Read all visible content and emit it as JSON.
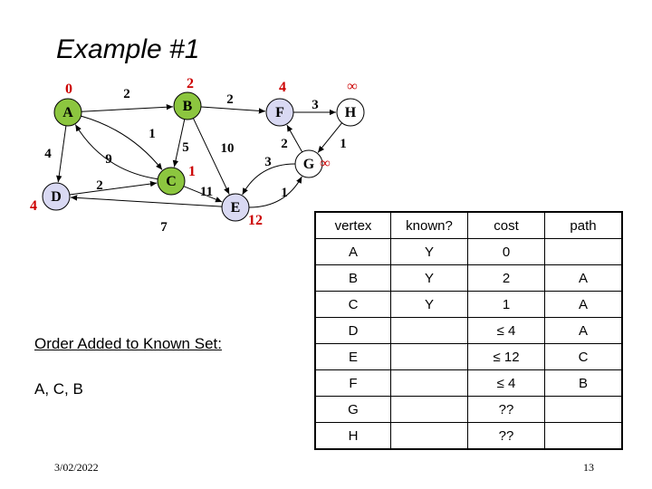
{
  "slide": {
    "title": "Example #1",
    "order_heading": "Order Added to Known Set:",
    "order_value": "A, C, B",
    "date": "3/02/2022",
    "page_number": "13"
  },
  "colors": {
    "known_node_fill": "#8cc63f",
    "unknown_node_fill": "#d9d9f3",
    "white_node_fill": "#ffffff",
    "node_stroke": "#000000",
    "distance_text": "#cc0000"
  },
  "graph": {
    "nodes": [
      {
        "id": "A",
        "label": "A",
        "fill": "known",
        "dist": "0"
      },
      {
        "id": "B",
        "label": "B",
        "fill": "known",
        "dist": "2"
      },
      {
        "id": "C",
        "label": "C",
        "fill": "known",
        "dist": "1"
      },
      {
        "id": "D",
        "label": "D",
        "fill": "unknown",
        "dist": "4"
      },
      {
        "id": "E",
        "label": "E",
        "fill": "unknown",
        "dist": "12"
      },
      {
        "id": "F",
        "label": "F",
        "fill": "unknown",
        "dist": "4"
      },
      {
        "id": "G",
        "label": "G",
        "fill": "white",
        "dist": "∞"
      },
      {
        "id": "H",
        "label": "H",
        "fill": "white",
        "dist": "∞"
      }
    ],
    "edges": [
      {
        "from": "A",
        "to": "B",
        "weight": "2"
      },
      {
        "from": "A",
        "to": "C",
        "weight": "1"
      },
      {
        "from": "A",
        "to": "D",
        "weight": "4"
      },
      {
        "from": "C",
        "to": "A",
        "weight": "9"
      },
      {
        "from": "B",
        "to": "C",
        "weight": "5"
      },
      {
        "from": "B",
        "to": "E",
        "weight": "10"
      },
      {
        "from": "B",
        "to": "F",
        "weight": "2"
      },
      {
        "from": "C",
        "to": "E",
        "weight": "11"
      },
      {
        "from": "D",
        "to": "C",
        "weight": "2"
      },
      {
        "from": "E",
        "to": "D",
        "weight": "7"
      },
      {
        "from": "E",
        "to": "G",
        "weight": "1"
      },
      {
        "from": "G",
        "to": "E",
        "weight": "3"
      },
      {
        "from": "G",
        "to": "F",
        "weight": "2"
      },
      {
        "from": "F",
        "to": "H",
        "weight": "3"
      },
      {
        "from": "H",
        "to": "G",
        "weight": "1"
      }
    ]
  },
  "table": {
    "headers": {
      "vertex": "vertex",
      "known": "known?",
      "cost": "cost",
      "path": "path"
    },
    "rows": [
      {
        "vertex": "A",
        "known": "Y",
        "cost": "0",
        "path": ""
      },
      {
        "vertex": "B",
        "known": "Y",
        "cost": "2",
        "path": "A"
      },
      {
        "vertex": "C",
        "known": "Y",
        "cost": "1",
        "path": "A"
      },
      {
        "vertex": "D",
        "known": "",
        "cost": "≤ 4",
        "path": "A"
      },
      {
        "vertex": "E",
        "known": "",
        "cost": "≤ 12",
        "path": "C"
      },
      {
        "vertex": "F",
        "known": "",
        "cost": "≤ 4",
        "path": "B"
      },
      {
        "vertex": "G",
        "known": "",
        "cost": "??",
        "path": ""
      },
      {
        "vertex": "H",
        "known": "",
        "cost": "??",
        "path": ""
      }
    ]
  }
}
